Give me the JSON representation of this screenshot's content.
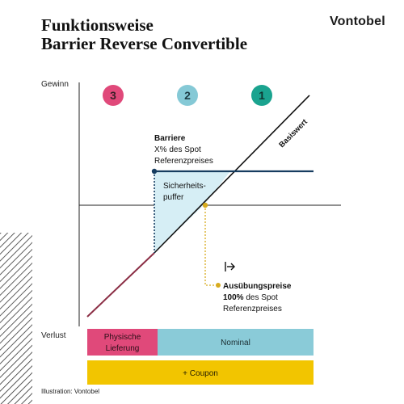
{
  "header": {
    "title_line1": "Funktionsweise",
    "title_line2": "Barrier Reverse Convertible",
    "brand": "Vontobel"
  },
  "axes": {
    "y_top_label": "Gewinn",
    "y_bottom_label": "Verlust",
    "underlying_label": "Basiswert"
  },
  "zones": [
    {
      "number": "3",
      "color": "#e0497a"
    },
    {
      "number": "2",
      "color": "#85c9d6"
    },
    {
      "number": "1",
      "color": "#1aa38f"
    }
  ],
  "barrier": {
    "title": "Barriere",
    "line1": "X% des Spot",
    "line2": "Referenzpreises"
  },
  "buffer": {
    "line1": "Sicherheits-",
    "line2": "puffer"
  },
  "strike": {
    "icon": "arrow-right-bar-icon",
    "title": "Ausübungspreise",
    "bold_part": "100%",
    "rest_part": " des Spot",
    "line2": "Referenzpreises"
  },
  "bars": {
    "physical_line1": "Physische",
    "physical_line2": "Lieferung",
    "nominal": "Nominal",
    "coupon": "+ Coupon"
  },
  "colors": {
    "navy": "#173d60",
    "pink": "#e0497a",
    "teal_light": "#8acbd8",
    "teal_fill": "#d6eef5",
    "dark_red": "#8b2e45",
    "gold": "#f2c500",
    "strike_gold": "#d7ab1e"
  },
  "footer": {
    "credit": "Illustration: Vontobel"
  }
}
